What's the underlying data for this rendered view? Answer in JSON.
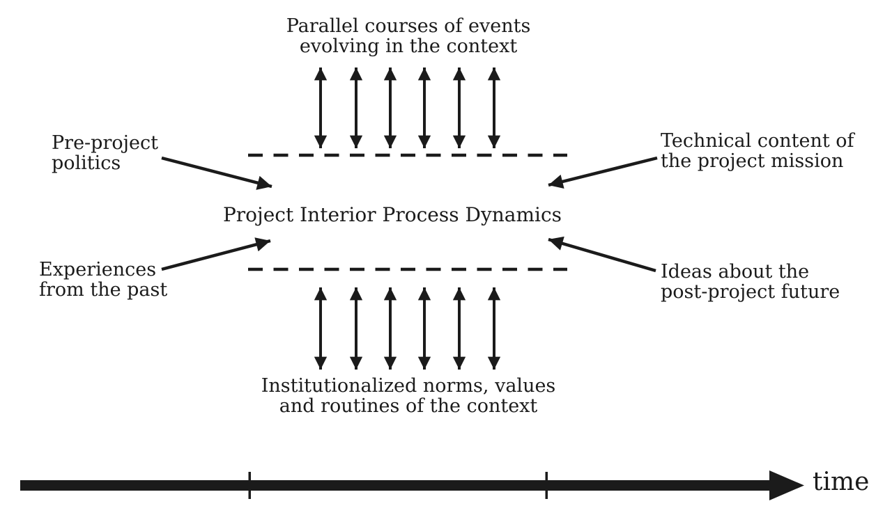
{
  "colors": {
    "ink": "#1b1b1b",
    "background": "#ffffff"
  },
  "diagram": {
    "title": "Project Interior Process Dynamics",
    "context_top": {
      "label": "Parallel courses of events\nevolving in the context",
      "exchange_arrow_count": 6
    },
    "context_bottom": {
      "label": "Institutionalized norms, values\nand routines of the context",
      "exchange_arrow_count": 6
    },
    "influences": {
      "pre_project_politics": {
        "label": "Pre-project\npolitics",
        "side": "left-top"
      },
      "experiences_from_past": {
        "label": "Experiences\nfrom the past",
        "side": "left-bottom"
      },
      "technical_content": {
        "label": "Technical content of\nthe project mission",
        "side": "right-top"
      },
      "post_project_ideas": {
        "label": "Ideas about the\npost-project future",
        "side": "right-bottom"
      }
    },
    "timeline": {
      "label": "time",
      "tick_count": 2
    }
  }
}
